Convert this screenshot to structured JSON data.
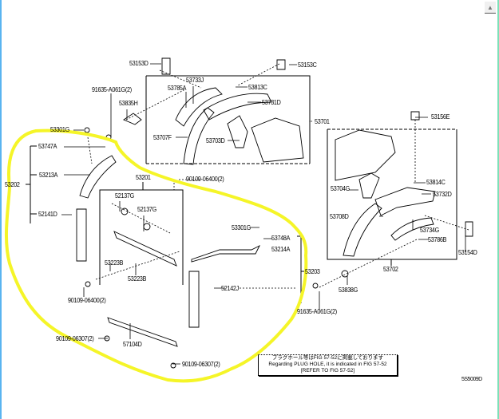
{
  "diagram": {
    "labels": {
      "l53153D": "53153D",
      "l53153C": "53153C",
      "l53733J": "53733J",
      "l53785A": "53785A",
      "l53813C": "53813C",
      "l53731D": "53731D",
      "l91635a": "91635-A061G(2)",
      "l53835H": "53835H",
      "l53701": "53701",
      "l53301Ga": "53301G",
      "l53707F": "53707F",
      "l53703D": "53703D",
      "l53747A": "53747A",
      "l53213A": "53213A",
      "l53202": "53202",
      "l53201": "53201",
      "l90109a": "90109-06400(2)",
      "l52137Ga": "52137G",
      "l52137Gb": "52137G",
      "l52141D": "52141D",
      "l53223Ba": "53223B",
      "l53223Bb": "53223B",
      "l53301Gb": "53301G",
      "l53748A": "53748A",
      "l53214A": "53214A",
      "l53203": "53203",
      "l52142J": "52142J",
      "l90109b": "90109-06400(2)",
      "l91635b": "91635-A061G(2)",
      "l90109c": "90109-06307(2)",
      "l57104D": "57104D",
      "l90109d": "90109-06307(2)",
      "l53156E": "53156E",
      "l53814C": "53814C",
      "l53704G": "53704G",
      "l53732D": "53732D",
      "l53708D": "53708D",
      "l53734G": "53734G",
      "l53786B": "53786B",
      "l53154D": "53154D",
      "l53702": "53702",
      "l53838G": "53838G"
    },
    "note": {
      "line1": "プラグホール等はFIG 57-52に掲載しております",
      "line2": "Regarding PLUG HOLE, it is indicated in FIG 57-52",
      "line3": "[REFER TO FIG 57-52]"
    },
    "figure_code": "5S5009D",
    "annotation_color": "#f5f528"
  },
  "scrollbar": {
    "up_arrow": "▲"
  }
}
